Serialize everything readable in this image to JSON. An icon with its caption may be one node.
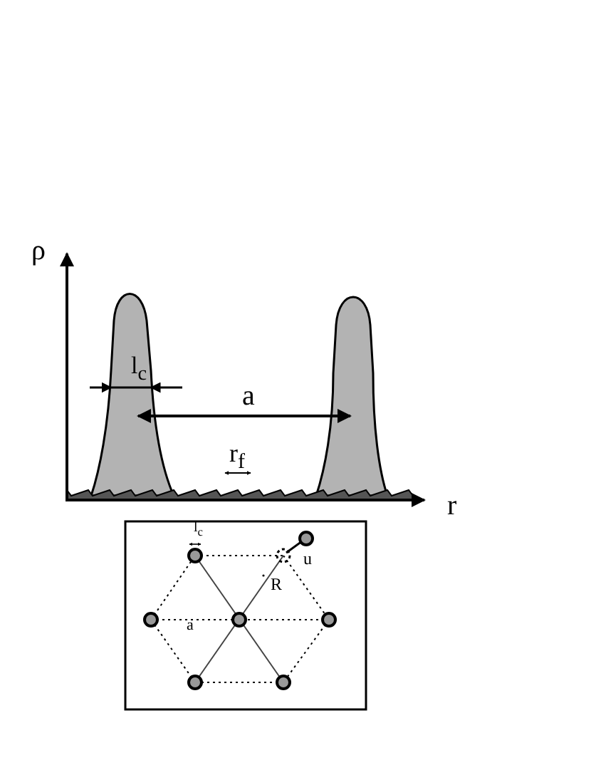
{
  "diagram": {
    "labels": [
      "ρ",
      "l$_{c}$",
      "a",
      "r$_{f}$",
      "r",
      "l$_{c}$",
      "u",
      "R",
      "a"
    ]
  }
}
